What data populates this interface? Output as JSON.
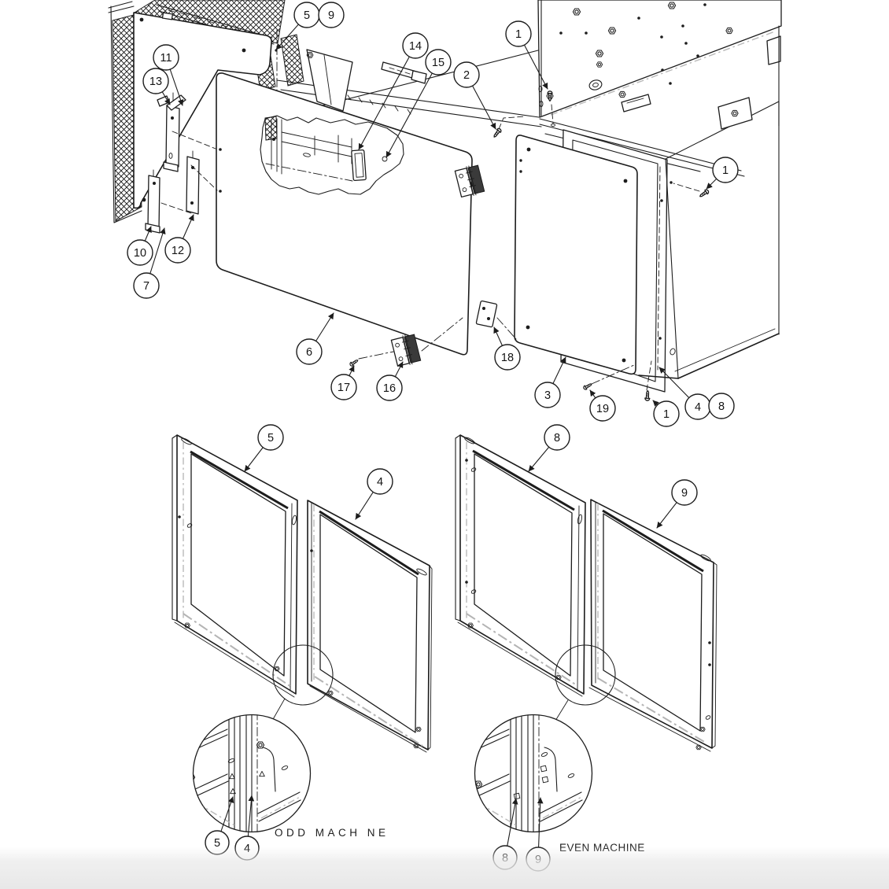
{
  "diagram": {
    "type": "exploded-parts-diagram",
    "callout_numbers": {
      "n1": "1",
      "n2": "2",
      "n3": "3",
      "n4": "4",
      "n5": "5",
      "n6": "6",
      "n7": "7",
      "n8": "8",
      "n9": "9",
      "n10": "10",
      "n11": "11",
      "n12": "12",
      "n13": "13",
      "n14": "14",
      "n15": "15",
      "n16": "16",
      "n17": "17",
      "n18": "18",
      "n19": "19"
    },
    "detail_labels": {
      "odd_machine": "ODD MACH NE",
      "even_machine": "EVEN MACHINE"
    },
    "colors": {
      "line": "#1c1c1c",
      "centerline": "#b4b4b4",
      "page_fade": "#e7e7e7",
      "background": "#ffffff"
    }
  }
}
